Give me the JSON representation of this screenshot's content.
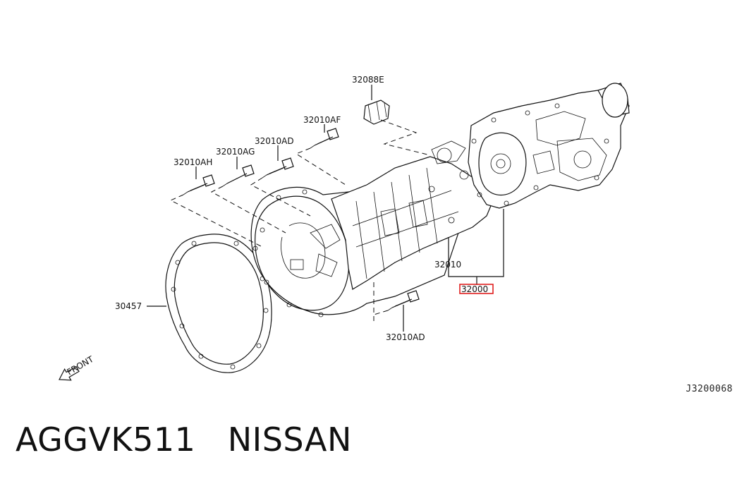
{
  "callouts": {
    "c32088E": "32088E",
    "c32010AF": "32010AF",
    "c32010AD_top": "32010AD",
    "c32010AG": "32010AG",
    "c32010AH": "32010AH",
    "c30457": "30457",
    "c32010": "32010",
    "c32000": "32000",
    "c32010AD_bottom": "32010AD"
  },
  "front_label": "FRONT",
  "reference_code": "J3200068",
  "caption": "AGGVK511   NISSAN",
  "colors": {
    "highlight": "#e0201f",
    "line": "#111111"
  }
}
